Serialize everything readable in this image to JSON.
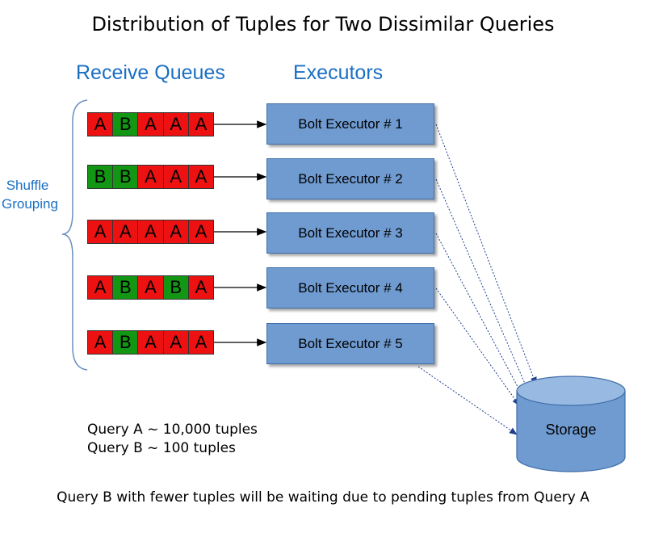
{
  "title": "Distribution of Tuples for Two Dissimilar Queries",
  "headers": {
    "queues": "Receive Queues",
    "executors": "Executors"
  },
  "grouping_label": "Shuffle\nGrouping",
  "colors": {
    "A": "#ee1111",
    "B": "#139613",
    "executor": "#6f9bd1",
    "header": "#1a6fc4",
    "storage": "#6f9bd1"
  },
  "queues": [
    [
      "A",
      "B",
      "A",
      "A",
      "A"
    ],
    [
      "B",
      "B",
      "A",
      "A",
      "A"
    ],
    [
      "A",
      "A",
      "A",
      "A",
      "A"
    ],
    [
      "A",
      "B",
      "A",
      "B",
      "A"
    ],
    [
      "A",
      "B",
      "A",
      "A",
      "A"
    ]
  ],
  "executors": [
    "Bolt Executor # 1",
    "Bolt Executor # 2",
    "Bolt Executor # 3",
    "Bolt Executor # 4",
    "Bolt Executor # 5"
  ],
  "storage": "Storage",
  "notes": [
    "Query A ~ 10,000 tuples",
    "Query B ~ 100 tuples"
  ],
  "footer": "Query B with fewer tuples will be waiting due to pending tuples from Query A"
}
